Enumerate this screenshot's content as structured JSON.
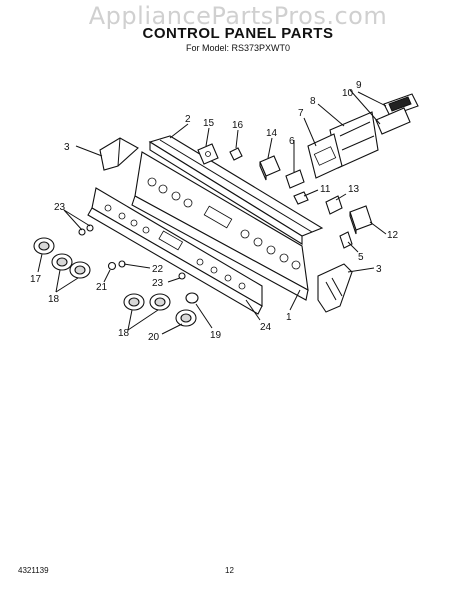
{
  "watermark": "AppliancePartsPros.com",
  "header": {
    "title": "CONTROL PANEL PARTS",
    "subtitle": "For Model: RS373PXWT0"
  },
  "footer": {
    "doc_number": "4321139",
    "page_number": "12"
  },
  "callouts": {
    "c1": "1",
    "c2": "2",
    "c3a": "3",
    "c3b": "3",
    "c5": "5",
    "c6": "6",
    "c7": "7",
    "c8": "8",
    "c9": "9",
    "c10": "10",
    "c11": "11",
    "c12": "12",
    "c13": "13",
    "c14": "14",
    "c15": "15",
    "c16": "16",
    "c17": "17",
    "c18a": "18",
    "c18b": "18",
    "c19": "19",
    "c20": "20",
    "c21": "21",
    "c22": "22",
    "c23a": "23",
    "c23b": "23",
    "c24": "24"
  }
}
